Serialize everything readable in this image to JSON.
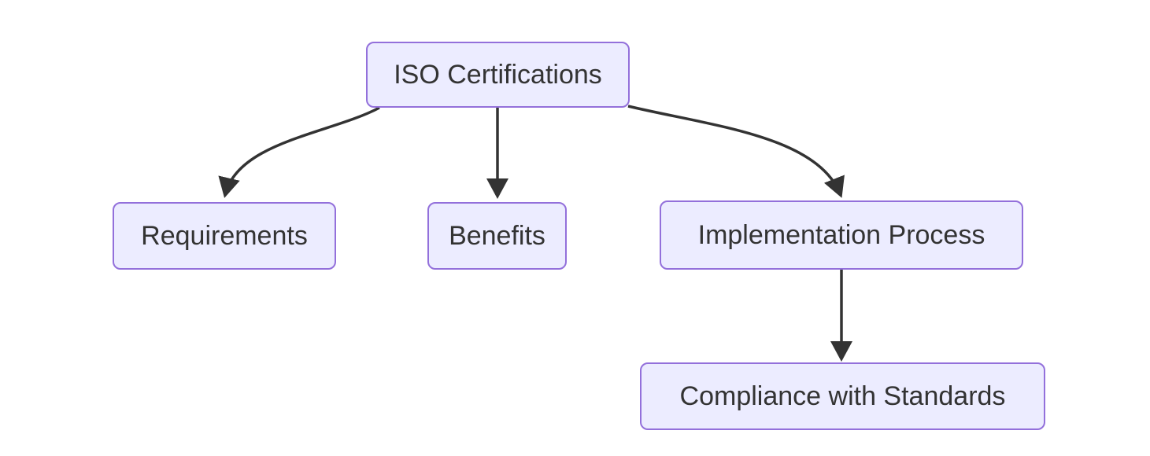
{
  "diagram": {
    "type": "flowchart",
    "direction": "top-down",
    "nodes": [
      {
        "id": "iso-certifications",
        "label": "ISO Certifications"
      },
      {
        "id": "requirements",
        "label": "Requirements"
      },
      {
        "id": "benefits",
        "label": "Benefits"
      },
      {
        "id": "implementation-process",
        "label": "Implementation Process"
      },
      {
        "id": "compliance-with-standards",
        "label": "Compliance with Standards"
      }
    ],
    "edges": [
      {
        "from": "iso-certifications",
        "to": "requirements",
        "shape": "curved",
        "arrowhead": "triangle"
      },
      {
        "from": "iso-certifications",
        "to": "benefits",
        "shape": "straight",
        "arrowhead": "triangle"
      },
      {
        "from": "iso-certifications",
        "to": "implementation-process",
        "shape": "curved",
        "arrowhead": "triangle"
      },
      {
        "from": "implementation-process",
        "to": "compliance-with-standards",
        "shape": "straight",
        "arrowhead": "triangle"
      }
    ],
    "colors": {
      "background": "#FFFFFF",
      "node_fill": "#ECECFF",
      "node_border": "#9370DB",
      "node_text": "#333333",
      "edge_stroke": "#333333"
    }
  }
}
